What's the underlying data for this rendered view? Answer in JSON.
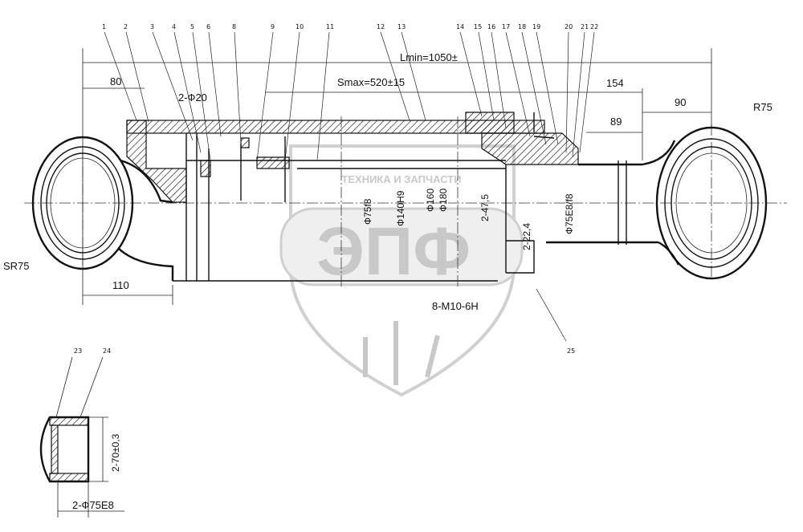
{
  "watermark": {
    "top_text": "ТЕХНИКА И ЗАПЧАСТИ",
    "big_text": "ЭПФ"
  },
  "part_numbers": [
    "1",
    "2",
    "3",
    "4",
    "5",
    "6",
    "8",
    "9",
    "10",
    "11",
    "12",
    "13",
    "14",
    "15",
    "16",
    "17",
    "18",
    "19",
    "20",
    "21",
    "22",
    "23",
    "24",
    "25"
  ],
  "dimensions": {
    "lmin": "Lmin=1050±",
    "smax": "Smax=520±15",
    "d80": "80",
    "holes_20": "2-Ф20",
    "d154": "154",
    "d90": "90",
    "d89": "89",
    "r75": "R75",
    "sr75": "SR75",
    "d110": "110",
    "dia_75f8": "Ф75f8",
    "dia_140h9": "Ф140H9",
    "dia_160": "Ф160",
    "dia_180": "Ф180",
    "dia_75e8f8": "Ф75E8/f8",
    "d2_47_5": "2-47,5",
    "d2_22_4": "2-22,4",
    "thread": "8-M10-6H",
    "d2_70_03": "2-70±0,3",
    "d2_75e8": "2-Ф75E8"
  },
  "colors": {
    "ink": "#111111",
    "watermark": "#c8c8c8"
  }
}
